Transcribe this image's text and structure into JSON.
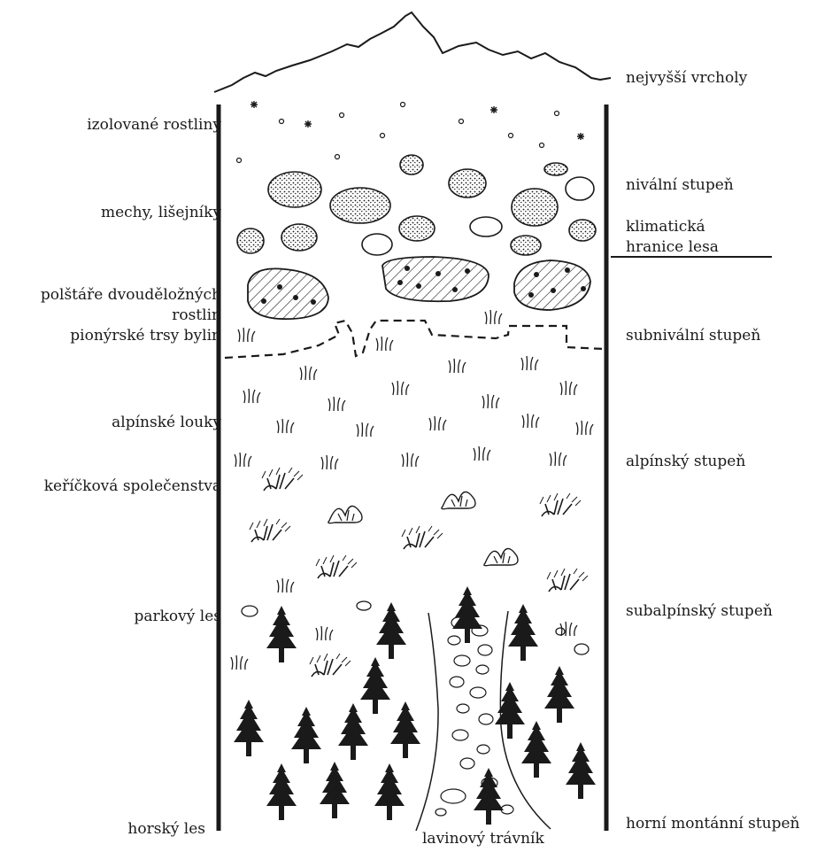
{
  "left_labels": {
    "izolovane": "izolované rostliny",
    "mechy": "mechy, lišejníky",
    "polstare_1": "polštáře dvouděložných",
    "polstare_2": "rostlin",
    "pionyrske": "pionýrské trsy bylin",
    "alpinske_louky": "alpínské louky",
    "kerickova": "keříčková společenstva",
    "parkovy_les": "parkový les",
    "horsky_les": "horský les"
  },
  "right_labels": {
    "nejvyssi": "nejvyšší vrcholy",
    "nivalni": "nivální stupeň",
    "klimaticka_1": "klimatická",
    "klimaticka_2": "hranice lesa",
    "subnivalni": "subnivální stupeň",
    "alpinsky": "alpínský stupeň",
    "subalpinsky": "subalpínský stupeň",
    "horni_montanni": "horní montánní stupeň"
  },
  "bottom_label": "lavinový trávník",
  "colors": {
    "ink": "#1a1a1a",
    "background": "#ffffff"
  }
}
